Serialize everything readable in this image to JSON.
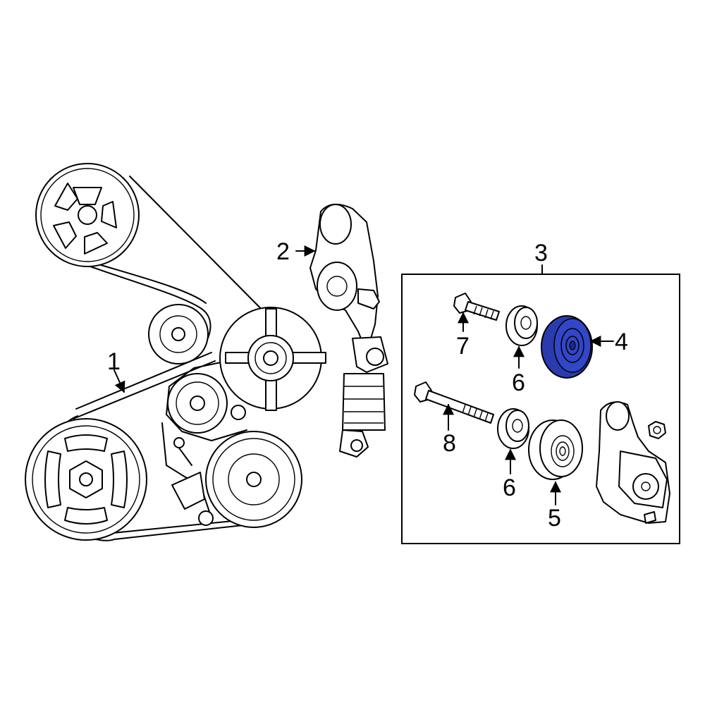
{
  "callouts": {
    "c1": "1",
    "c2": "2",
    "c3": "3",
    "c4": "4",
    "c5": "5",
    "c6a": "6",
    "c6b": "6",
    "c7": "7",
    "c8": "8"
  },
  "highlight": {
    "part": "4",
    "color": "#2a3bb0"
  }
}
